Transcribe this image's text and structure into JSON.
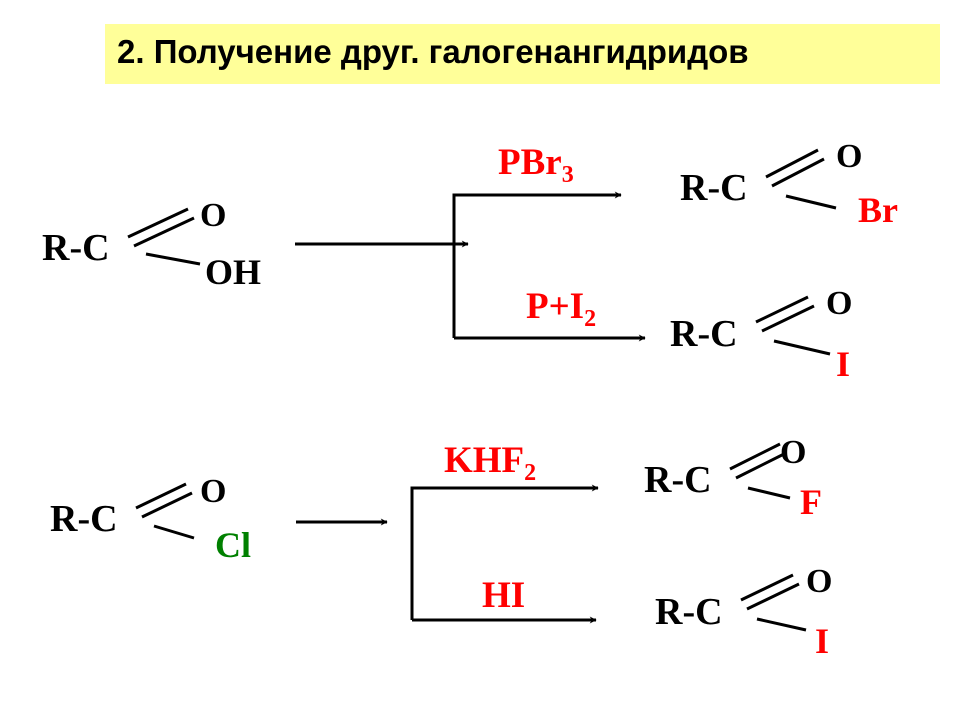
{
  "title": "2. Получение друг. галогенангидридов",
  "colors": {
    "title_background": "#ffff99",
    "reagent": "#ff0000",
    "chlorine": "#008000",
    "structure": "#000000"
  },
  "reaction_1": {
    "reactant": {
      "fragment": "R-C",
      "double_bond_atom": "O",
      "single_bond_group": "OH"
    },
    "branch_top": {
      "reagent": "PBr",
      "reagent_subscript": "3",
      "product": {
        "fragment": "R-C",
        "double_bond_atom": "O",
        "single_bond_group": "Br"
      }
    },
    "branch_bottom": {
      "reagent": "P+I",
      "reagent_subscript": "2",
      "product": {
        "fragment": "R-C",
        "double_bond_atom": "O",
        "single_bond_group": "I"
      }
    }
  },
  "reaction_2": {
    "reactant": {
      "fragment": "R-C",
      "double_bond_atom": "O",
      "single_bond_group": "Cl"
    },
    "branch_top": {
      "reagent": "KHF",
      "reagent_subscript": "2",
      "product": {
        "fragment": "R-C",
        "double_bond_atom": "O",
        "single_bond_group": "F"
      }
    },
    "branch_bottom": {
      "reagent": "HI",
      "product": {
        "fragment": "R-C",
        "double_bond_atom": "O",
        "single_bond_group": "I"
      }
    }
  }
}
